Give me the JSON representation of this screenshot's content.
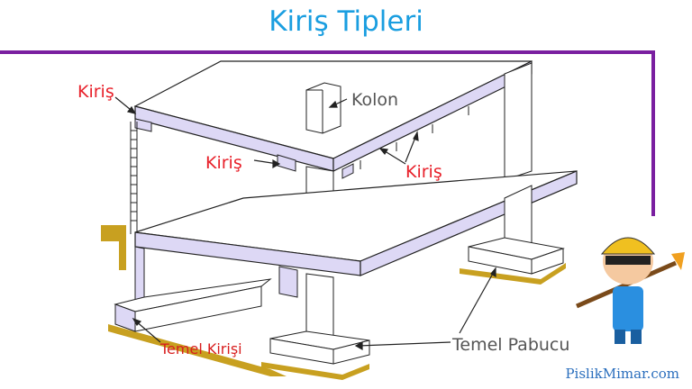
{
  "title": "Kiriş Tipleri",
  "labels": {
    "kiris_top_left": "Kiriş",
    "kolon": "Kolon",
    "kiris_mid": "Kiriş",
    "kiris_right": "Kiriş",
    "temel_kirisi": "Temel Kirişi",
    "temel_pabucu": "Temel Pabucu"
  },
  "watermark": "PislikMimar.com",
  "colors": {
    "title": "#1a9ee0",
    "label_red": "#e8202a",
    "label_gray": "#555555",
    "frame": "#7a1fa0",
    "slab_face": "#ddd8f5",
    "ground": "#c8a020",
    "watermark": "#2a6ebd"
  }
}
